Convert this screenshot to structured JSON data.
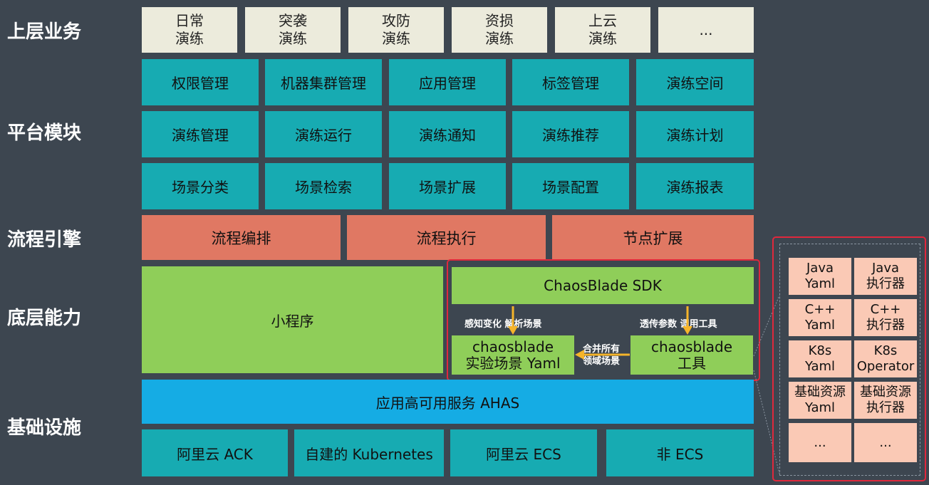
{
  "layers": {
    "business": "上层业务",
    "platform": "平台模块",
    "engine": "流程引擎",
    "capability": "底层能力",
    "infra": "基础设施"
  },
  "business_items": [
    {
      "line1": "日常",
      "line2": "演练"
    },
    {
      "line1": "突袭",
      "line2": "演练"
    },
    {
      "line1": "攻防",
      "line2": "演练"
    },
    {
      "line1": "资损",
      "line2": "演练"
    },
    {
      "line1": "上云",
      "line2": "演练"
    },
    {
      "line1": "...",
      "line2": ""
    }
  ],
  "platform_rows": [
    [
      "权限管理",
      "机器集群管理",
      "应用管理",
      "标签管理",
      "演练空间"
    ],
    [
      "演练管理",
      "演练运行",
      "演练通知",
      "演练推荐",
      "演练计划"
    ],
    [
      "场景分类",
      "场景检索",
      "场景扩展",
      "场景配置",
      "演练报表"
    ]
  ],
  "engine_items": [
    "流程编排",
    "流程执行",
    "节点扩展"
  ],
  "capability": {
    "mini_program": "小程序",
    "sdk": "ChaosBlade SDK",
    "perceive_label": "感知变化 解析场景",
    "passthrough_label": "透传参数 调用工具",
    "yaml_box": {
      "line1": "chaosblade",
      "line2": "实验场景 Yaml"
    },
    "tool_box": {
      "line1": "chaosblade",
      "line2": "工具"
    },
    "merge_label": {
      "line1": "合并所有",
      "line2": "领域场景"
    }
  },
  "ahas": "应用高可用服务 AHAS",
  "infra_items": [
    "阿里云 ACK",
    "自建的 Kubernetes",
    "阿里云 ECS",
    "非 ECS"
  ],
  "side_grid": [
    {
      "line1": "Java",
      "line2": "Yaml"
    },
    {
      "line1": "Java",
      "line2": "执行器"
    },
    {
      "line1": "C++",
      "line2": "Yaml"
    },
    {
      "line1": "C++",
      "line2": "执行器"
    },
    {
      "line1": "K8s",
      "line2": "Yaml"
    },
    {
      "line1": "K8s",
      "line2": "Operator"
    },
    {
      "line1": "基础资源",
      "line2": "Yaml"
    },
    {
      "line1": "基础资源",
      "line2": "执行器"
    },
    {
      "line1": "...",
      "line2": ""
    },
    {
      "line1": "...",
      "line2": ""
    }
  ],
  "colors": {
    "background": "#3d4650",
    "business": "#ecebdc",
    "platform": "#17abb2",
    "engine": "#e07863",
    "capability": "#8fce59",
    "ahas": "#15ace4",
    "highlight": "#e0283c",
    "arrow": "#f5b42a",
    "side_box": "#fac9b5"
  }
}
